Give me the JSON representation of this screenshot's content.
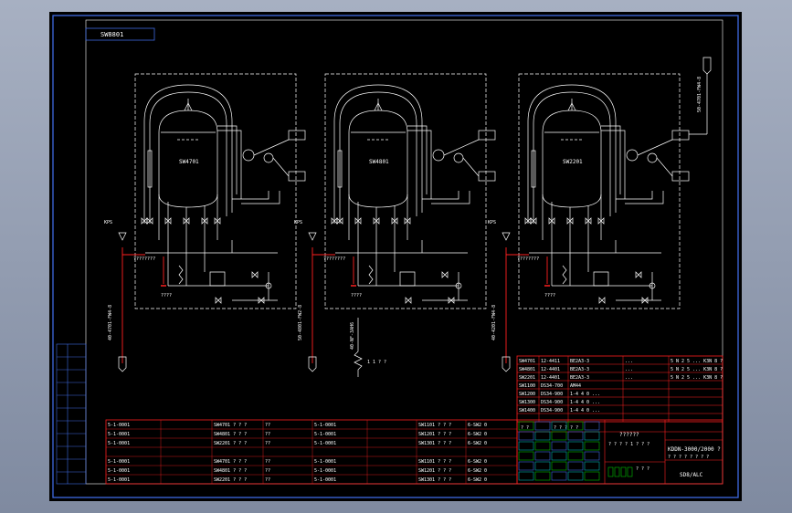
{
  "drawing": {
    "code": "SW8801",
    "vessels": [
      {
        "tag": "SW4701",
        "inlet_label": "KPS",
        "line_label": "40-4701-FW4-8",
        "hand_label": "????"
      },
      {
        "tag": "SW4801",
        "inlet_label": "KPS",
        "line_label": "50-4801-FW2-8",
        "hand_label": "????",
        "bottom_line": "40-NF-3AH6",
        "bottom_text": "1 1 ? ?"
      },
      {
        "tag": "SW2201",
        "inlet_label": "KPS",
        "line_label": "40-4201-FW4-8",
        "hand_label": "????",
        "top_line": "50-4701-FW4-8"
      }
    ]
  },
  "right_table": {
    "rows": [
      [
        "SW4701",
        "12-4411",
        "BE2A3-3",
        "...",
        "5 N 2 5 ... K3N 8 ?"
      ],
      [
        "SW4801",
        "12-4401",
        "BE2A3-3",
        "...",
        "5 N 2 5 ... K3N 8 ?"
      ],
      [
        "SW2201",
        "12-4401",
        "BE2A3-3",
        "...",
        "5 N 2 5 ... K3N 8 ?"
      ],
      [
        "SW1100",
        "DS34-700",
        "AM44",
        "",
        ""
      ],
      [
        "SW1200",
        "DS34-900",
        "1-4 4 0 ...",
        "",
        ""
      ],
      [
        "SW1300",
        "DS34-900",
        "1-4 4 0 ...",
        "",
        ""
      ],
      [
        "SW1400",
        "DS34-900",
        "1-4 4 0 ...",
        "",
        ""
      ]
    ],
    "footer_left": "? ?",
    "footer_mid": "? ? ? ? ?"
  },
  "bottom_table": {
    "rows": [
      [
        "5-1-0001",
        "SW4701 ? ? ?",
        "??",
        "5-1-0001",
        "SW1101 ? ? ?",
        "6-SW2 0"
      ],
      [
        "5-1-0001",
        "SW4801 ? ? ?",
        "??",
        "5-1-0001",
        "SW1201 ? ? ?",
        "6-SW2 0"
      ],
      [
        "5-1-0001",
        "SW2201 ? ? ?",
        "??",
        "5-1-0001",
        "SW1301 ? ? ?",
        "6-SW2 0"
      ],
      [
        "",
        "",
        "",
        "",
        "",
        ""
      ],
      [
        "5-1-0001",
        "SW4701 ? ? ?",
        "??",
        "5-1-0001",
        "SW1101 ? ? ?",
        "6-SW2 0"
      ],
      [
        "5-1-0001",
        "SW4801 ? ? ?",
        "??",
        "5-1-0001",
        "SW1201 ? ? ?",
        "6-SW2 0"
      ],
      [
        "5-1-0001",
        "SW2201 ? ? ?",
        "??",
        "5-1-0001",
        "SW1301 ? ? ?",
        "6-SW2 0"
      ]
    ]
  },
  "title_block": {
    "line1": "??????",
    "line2": "? ? ? ?   1   ? ? ?",
    "code": "KDDN-3000/2000 ?",
    "name": "? ? ? ? ? ? ? ?",
    "drawing_no": "SD8/ALC",
    "small": "? ? ?"
  }
}
